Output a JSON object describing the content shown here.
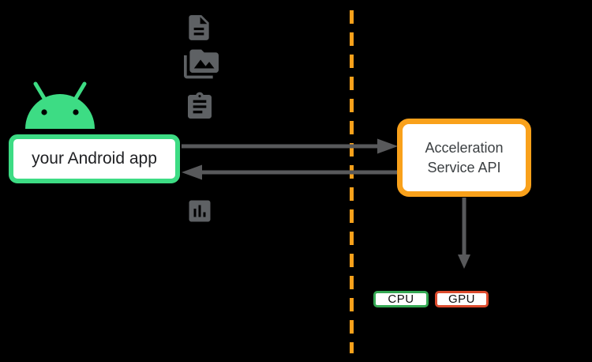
{
  "diagram": {
    "title_hint": "Acceleration Service architecture diagram",
    "background_color": "#000000",
    "android_mascot": {
      "name": "android-robot-head",
      "color": "#3DDC84"
    },
    "app_box": {
      "label": "your Android app",
      "border_color": "#3DDC84",
      "fill": "#ffffff",
      "text_color": "#202124"
    },
    "service_box": {
      "line1": "Acceleration",
      "line2": "Service API",
      "border_color": "#F9A11B",
      "fill": "#ffffff",
      "text_color": "#3C4043"
    },
    "cpu_box": {
      "label": "CPU",
      "border_color": "#34A853",
      "fill": "#ffffff",
      "text_color": "#111111"
    },
    "gpu_box": {
      "label": "GPU",
      "border_color": "#DC4B2E",
      "fill": "#ffffff",
      "text_color": "#111111"
    },
    "boundary_line": {
      "style": "dashed",
      "color": "#F9A11B"
    },
    "icons": [
      {
        "name": "document-icon"
      },
      {
        "name": "image-library-icon"
      },
      {
        "name": "clipboard-icon"
      },
      {
        "name": "bar-chart-icon"
      }
    ],
    "icon_color": "#5E6164",
    "arrows": [
      {
        "name": "app-to-service-arrow",
        "direction": "right"
      },
      {
        "name": "service-to-app-arrow",
        "direction": "left"
      },
      {
        "name": "service-to-hardware-arrow",
        "direction": "down"
      }
    ],
    "arrow_color": "#58595B"
  }
}
